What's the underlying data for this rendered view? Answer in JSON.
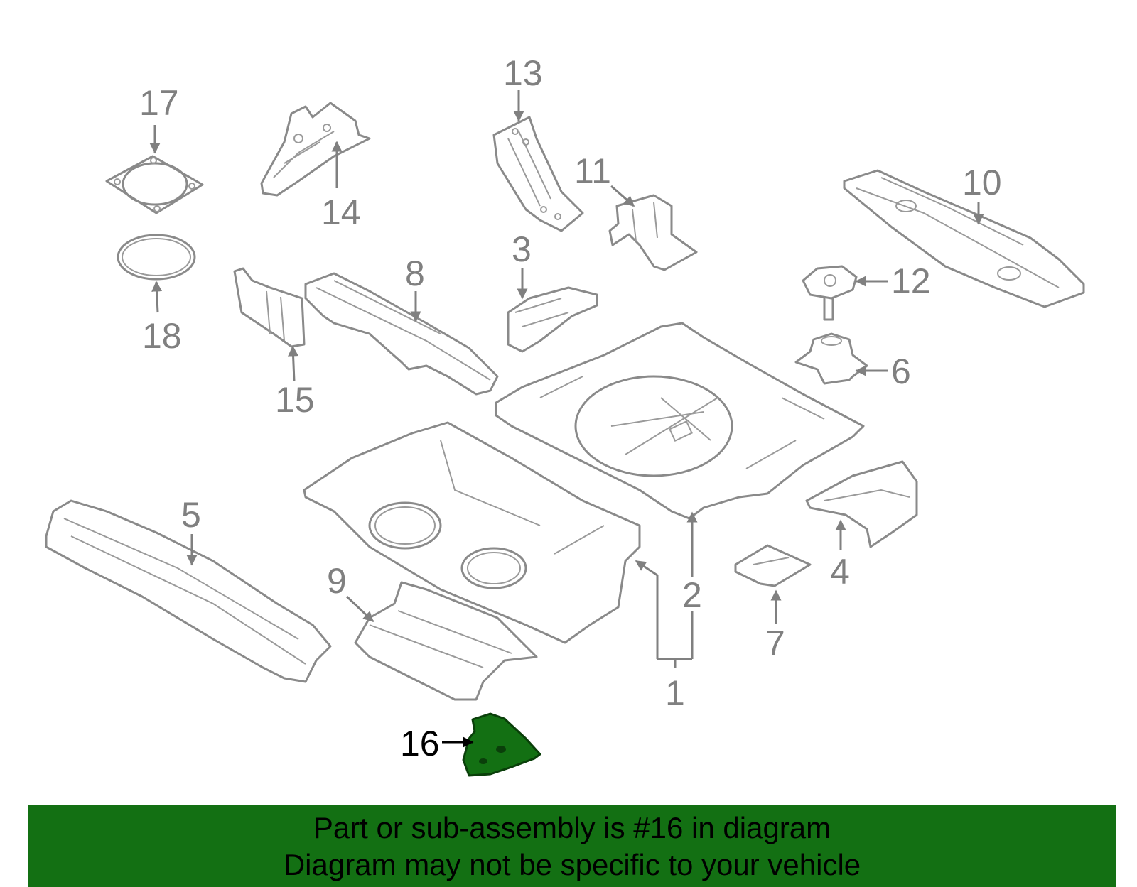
{
  "diagram": {
    "callouts": [
      "1",
      "2",
      "3",
      "4",
      "5",
      "6",
      "7",
      "8",
      "9",
      "10",
      "11",
      "12",
      "13",
      "14",
      "15",
      "16",
      "17",
      "18"
    ],
    "highlighted_part": "16",
    "colors": {
      "highlight": "#137013",
      "line_art": "#8a8a8a",
      "banner": "#137013"
    }
  },
  "banner": {
    "line1": "Part or sub-assembly is #16 in diagram",
    "line2": "Diagram may not be specific to your vehicle"
  }
}
